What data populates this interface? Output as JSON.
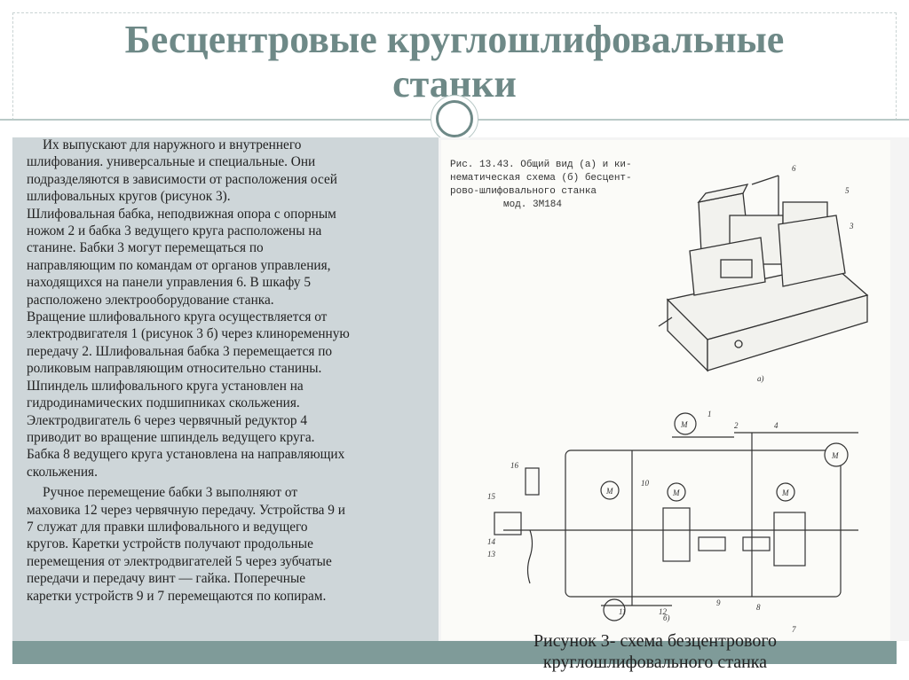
{
  "slide": {
    "title_line1": "Бесцентровые круглошлифовальные",
    "title_line2": "станки"
  },
  "body": {
    "paragraph1_lines": [
      "Их выпускают для наружного и внутреннего",
      "шлифования. универсальные и специальные. Они",
      "подразделяются в зависимости от расположения осей",
      "шлифовальных кругов (рисунок 3).",
      "Шлифовальная бабка, неподвижная опора с опорным",
      "ножом 2 и бабка 3 ведущего круга расположены на",
      "станине. Бабки 3 могут перемещаться по",
      "направляющим по командам от органов управления,",
      "находящихся на панели управления 6. В шкафу 5",
      "расположено электрооборудование станка.",
      "Вращение шлифовального круга осуществляется от",
      "электродвигателя 1 (рисунок 3 б) через клиноременную",
      "передачу 2. Шлифовальная бабка 3 перемещается по",
      "роликовым направляющим относительно станины.",
      "Шпиндель шлифовального круга установлен на",
      "гидродинамических подшипниках скольжения.",
      "Электродвигатель 6 через червячный редуктор 4",
      "приводит во вращение шпиндель ведущего круга.",
      "Бабка 8 ведущего круга установлена на направляющих",
      "скольжения."
    ],
    "paragraph2_lines": [
      "Ручное перемещение бабки 3 выполняют от",
      "маховика 12 через червячную передачу. Устройства 9 и",
      "7 служат для правки шлифовального и ведущего",
      "кругов. Каретки устройств получают продольные",
      "перемещения от электродвигателей 5 через зубчатые",
      "передачи и передачу винт — гайка. Поперечные",
      "каретки устройств 9 и 7 перемещаются по копирам."
    ]
  },
  "figure": {
    "caption_lines": [
      "Рис. 13.43. Общий вид (а) и ки-",
      "нематическая схема (б) бесцент-",
      "рово-шлифовального     станка",
      "мод. 3М184"
    ],
    "label_a": "а)",
    "label_b": "б)",
    "motor_label": "М",
    "part_numbers": [
      "1",
      "2",
      "3",
      "4",
      "5",
      "6",
      "7",
      "8",
      "9",
      "10",
      "11",
      "12",
      "13",
      "14",
      "15",
      "16"
    ]
  },
  "caption": {
    "line1": "Рисунок 3- схема безцентрового",
    "line2": "круглошлифовального станка"
  },
  "colors": {
    "title": "#6e8987",
    "panel": "#ced6d9",
    "band": "#7f9b99",
    "divider": "#b9c9c7"
  }
}
